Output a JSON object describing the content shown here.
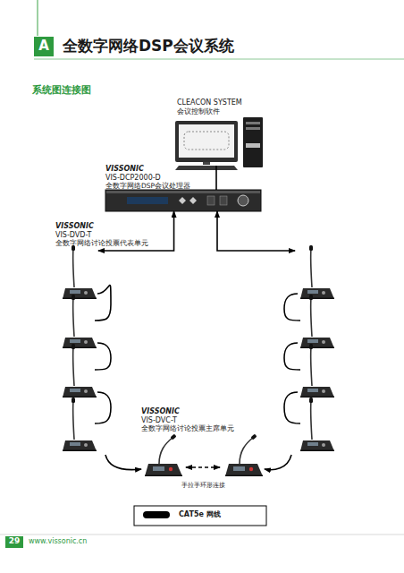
{
  "diagram": {
    "title": "全数字网络DSP会议系统",
    "nodes": [
      {
        "text": [
          "CLEACON SYSTEM",
          "会议控制软件"
        ]
      },
      {
        "text": [
          "VISSONIC",
          "VIS-DCP2000-D",
          "全数字网络DSP会议处理器"
        ]
      },
      {
        "text": [
          "VISSONIC",
          "VIS-DVD-T",
          "全数字网络讨论投票代表单元"
        ]
      },
      {
        "text": [
          "VISSONIC",
          "VIS-DVC-T",
          "全数字网络讨论投票主席单元"
        ]
      }
    ],
    "edges": [
      {
        "from": 0,
        "to": 1,
        "arrow": "none"
      },
      {
        "from": 1,
        "to": 2,
        "arrow": "both"
      }
    ],
    "labels": [
      "A",
      "系统图连接图",
      "手拉手环形连接",
      "29",
      "www.vissonic.cn"
    ],
    "legend": [
      {
        "text": "CAT5e 网线",
        "color": "#000000"
      }
    ]
  }
}
